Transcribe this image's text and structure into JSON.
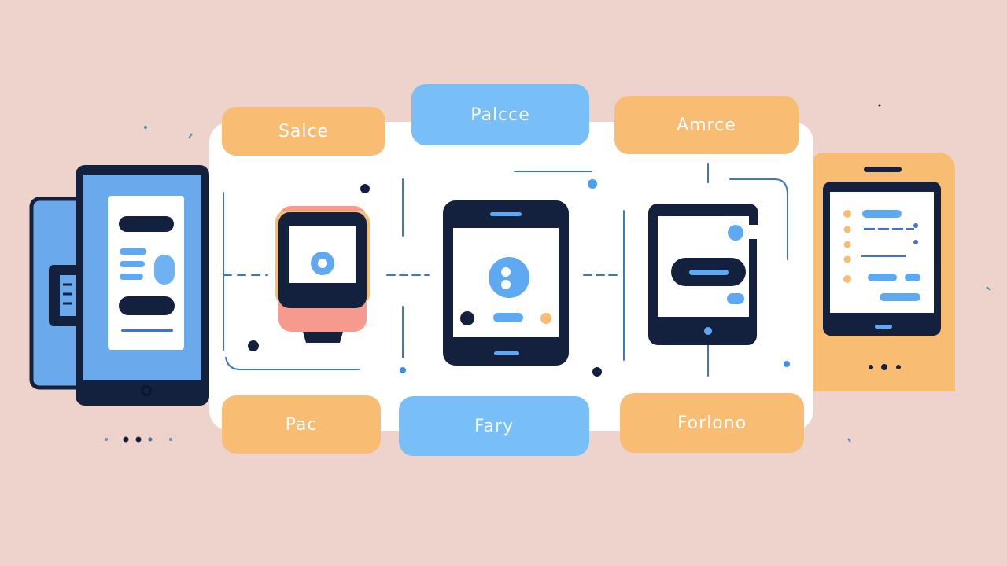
{
  "labels": {
    "top_left": "Salce",
    "top_center": "Palcce",
    "top_right": "Amrce",
    "bottom_left": "Pac",
    "bottom_center": "Fary",
    "bottom_right": "Forlono"
  },
  "colors": {
    "background": "#eed2cc",
    "panel": "#ffffff",
    "orange": "#f8bd72",
    "blue": "#78bff7",
    "navy": "#13213f",
    "line_blue": "#3d73d6",
    "coral": "#f59a8c"
  },
  "icons": [
    "tablet-icon",
    "smartwatch-icon",
    "smartphone-icon",
    "monitor-icon",
    "phone-icon"
  ]
}
